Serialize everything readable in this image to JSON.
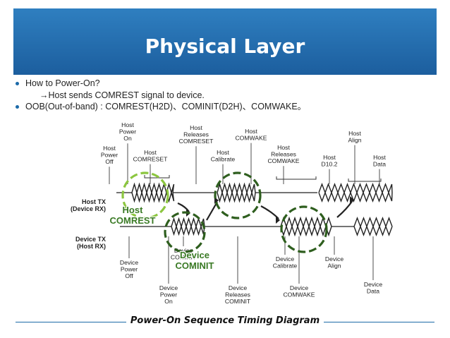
{
  "header": {
    "title": "Physical Layer",
    "bg_color": "#1c5e9e"
  },
  "bullets": [
    {
      "text": "How to Power-On?",
      "sub": "→Host sends  COMREST signal to device."
    },
    {
      "text": "OOB(Out-of-band) : COMREST(H2D)、COMINIT(D2H)、COMWAKE。",
      "sub": ""
    }
  ],
  "diagram": {
    "host_labels": [
      "Host\nPower\nOn",
      "Host\nPower\nOff",
      "Host\nCOMRESET",
      "Host\nReleases\nCOMRESET",
      "Host\nCalibrate",
      "Host\nCOMWAKE",
      "Host\nReleases\nCOMWAKE",
      "Host\nD10.2",
      "Host\nAlign",
      "Host\nData"
    ],
    "device_labels": [
      "Device\nPower\nOff",
      "Device\nCOMINIT",
      "Device\nPower\nOn",
      "Device\nReleases\nCOMINIT",
      "Device\nCalibrate",
      "Device\nCOMWAKE",
      "Device\nAlign",
      "Device\nData"
    ],
    "lanes": [
      "Host TX\n(Device RX)",
      "Device TX\n(Host RX)"
    ],
    "highlights": [
      "Host\nCOMREST",
      "Device\nCOMINIT"
    ],
    "highlight_colors": {
      "light": "#8cc63f",
      "dark": "#2e5e1e",
      "text_green": "#3a7a25"
    }
  },
  "caption": "Power-On Sequence Timing Diagram"
}
